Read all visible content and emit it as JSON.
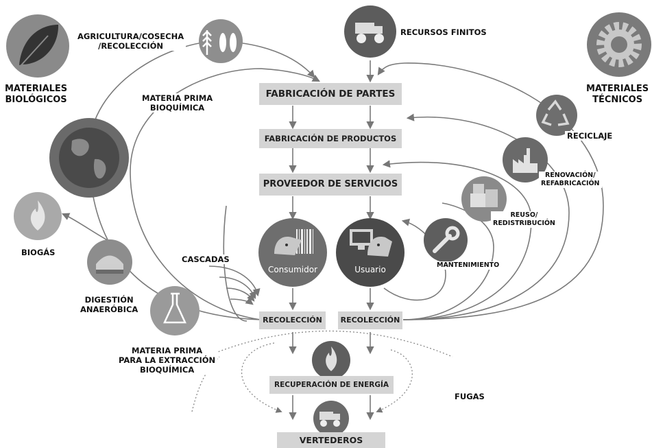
{
  "stages": {
    "parts": "FABRICACIÓN DE PARTES",
    "products": "FABRICACIÓN DE PRODUCTOS",
    "services": "PROVEEDOR DE SERVICIOS",
    "collection_left": "RECOLECCIÓN",
    "collection_right": "RECOLECCIÓN",
    "energy": "RECUPERACIÓN DE ENERGÍA",
    "landfill": "VERTEDEROS"
  },
  "actors": {
    "consumer": "Consumidor",
    "user": "Usuario"
  },
  "biological": {
    "title": [
      "MATERIALES",
      "BIOLÓGICOS"
    ],
    "agriculture": [
      "AGRICULTURA/COSECHA",
      "/RECOLECCIÓN"
    ],
    "feedstock": [
      "MATERIA PRIMA",
      "BIOQUÍMICA"
    ],
    "biogas": "BIOGÁS",
    "digestion": [
      "DIGESTIÓN",
      "ANAERÓBICA"
    ],
    "cascades": "CASCADAS",
    "extraction": [
      "MATERIA PRIMA",
      "PARA LA EXTRACCIÓN",
      "BIOQUÍMICA"
    ]
  },
  "technical": {
    "finite": "RECURSOS FINITOS",
    "title": [
      "MATERIALES",
      "TÉCNICOS"
    ],
    "recycling": "RECICLAJE",
    "refurbish": [
      "RENOVACIÓN/",
      "REFABRICACIÓN"
    ],
    "reuse": [
      "REUSO/",
      "REDISTRIBUCIÓN"
    ],
    "maintenance": "MANTENIMIENTO",
    "leakage": "FUGAS"
  },
  "icons": {
    "leaf": "leaf-icon",
    "wheat_fish": "wheat-fish-icon",
    "globe": "globe-icon",
    "flame": "flame-icon",
    "digester": "digester-icon",
    "flask": "flask-icon",
    "dump_truck": "dump-truck-icon",
    "gear": "gear-icon",
    "recycle": "recycle-icon",
    "factory": "factory-icon",
    "boxes": "boxes-icon",
    "wrench": "wrench-icon",
    "barcode": "barcode-icon",
    "monitor": "monitor-icon"
  },
  "colors": {
    "circle_dark": "#5a5a5a",
    "circle_mid": "#7a7a7a",
    "circle_light": "#a9a9a9",
    "stage_box": "#d4d4d4",
    "flow_line": "#777777"
  }
}
